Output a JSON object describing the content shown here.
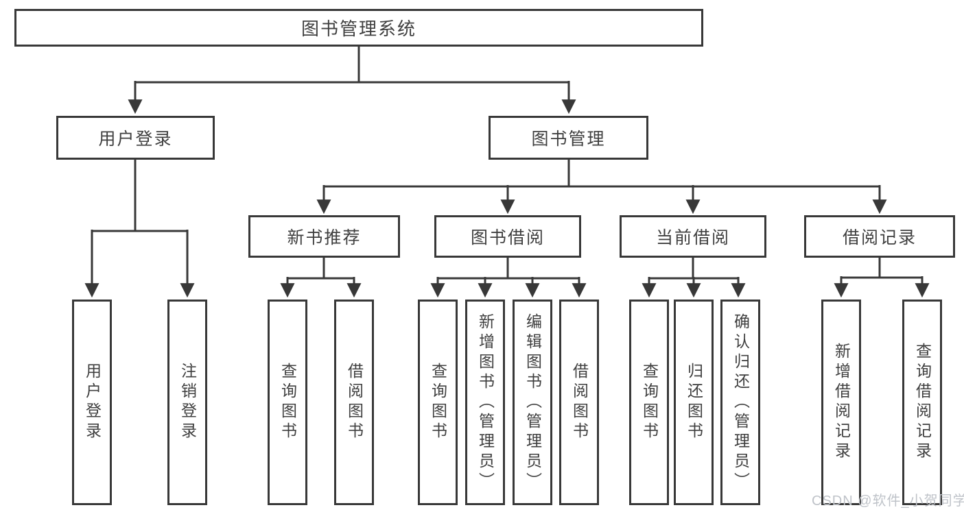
{
  "diagram": {
    "root": {
      "label": "图书管理系统"
    },
    "level2": {
      "user_login": {
        "label": "用户登录"
      },
      "book_mgmt": {
        "label": "图书管理"
      }
    },
    "level3": {
      "new_books": {
        "label": "新书推荐"
      },
      "book_borrow": {
        "label": "图书借阅"
      },
      "current_borrow": {
        "label": "当前借阅"
      },
      "borrow_records": {
        "label": "借阅记录"
      }
    },
    "leaves": {
      "user_login": "用户登录",
      "logout": "注销登录",
      "nb_query_books": "查询图书",
      "nb_borrow_books": "借阅图书",
      "bw_query_books": "查询图书",
      "bw_add_books": "新增图书（管理员）",
      "bw_edit_books": "编辑图书（管理员）",
      "bw_borrow_books": "借阅图书",
      "cur_query_books": "查询图书",
      "cur_return_books": "归还图书",
      "cur_confirm_return": "确认归还（管理员）",
      "rec_add_record": "新增借阅记录",
      "rec_query_record": "查询借阅记录"
    },
    "watermark": "CSDN @软件_小贺同学",
    "colors": {
      "line": "#383838",
      "text": "#3f3f3f",
      "watermark": "#bfc3c9"
    }
  }
}
